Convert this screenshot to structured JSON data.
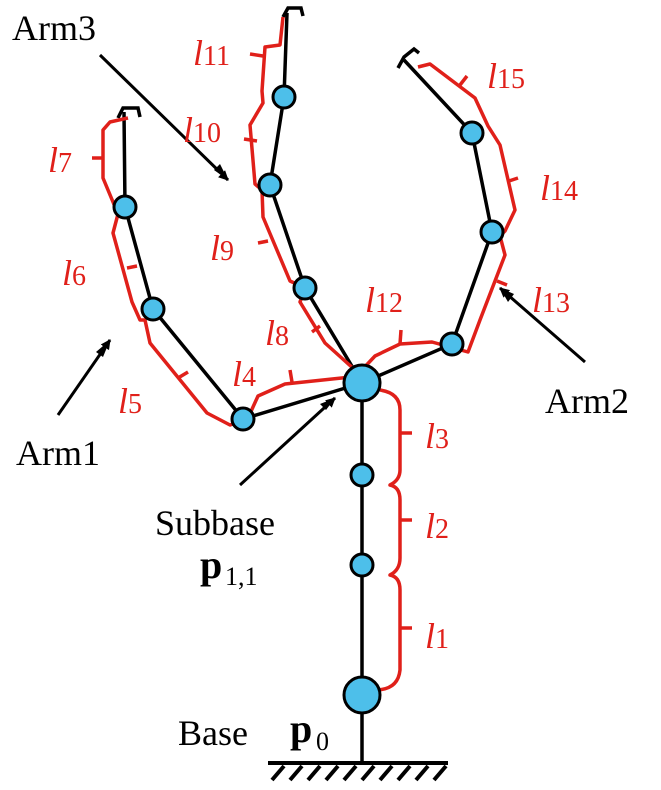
{
  "colors": {
    "link": "#000000",
    "joint": "#4dbfea",
    "length_marker": "#e0201a"
  },
  "labels": {
    "arm1": "Arm1",
    "arm2": "Arm2",
    "arm3": "Arm3",
    "subbase": "Subbase",
    "subbase_symbol": "p",
    "subbase_index": "1,1",
    "base": "Base",
    "base_symbol": "p",
    "base_index": "0"
  },
  "lengths": [
    {
      "symbol": "l",
      "index": "1"
    },
    {
      "symbol": "l",
      "index": "2"
    },
    {
      "symbol": "l",
      "index": "3"
    },
    {
      "symbol": "l",
      "index": "4"
    },
    {
      "symbol": "l",
      "index": "5"
    },
    {
      "symbol": "l",
      "index": "6"
    },
    {
      "symbol": "l",
      "index": "7"
    },
    {
      "symbol": "l",
      "index": "8"
    },
    {
      "symbol": "l",
      "index": "9"
    },
    {
      "symbol": "l",
      "index": "10"
    },
    {
      "symbol": "l",
      "index": "11"
    },
    {
      "symbol": "l",
      "index": "12"
    },
    {
      "symbol": "l",
      "index": "13"
    },
    {
      "symbol": "l",
      "index": "14"
    },
    {
      "symbol": "l",
      "index": "15"
    }
  ]
}
